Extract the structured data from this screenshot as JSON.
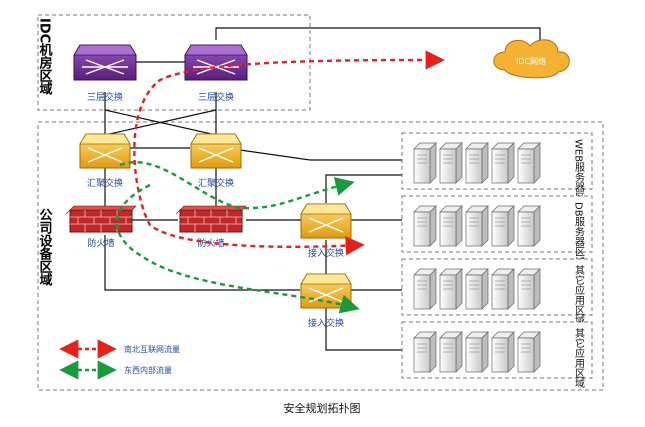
{
  "zones": {
    "idc": {
      "label": "IDC机房区域"
    },
    "company": {
      "label": "公司设备区域"
    }
  },
  "cloud": {
    "label": "IDC网络"
  },
  "devices": {
    "core_left": "三层交换",
    "core_right": "三层交换",
    "agg_left": "汇聚交换",
    "agg_right": "汇聚交换",
    "fw_left": "防火墙",
    "fw_right": "防火墙",
    "access_top": "接入交换",
    "access_bottom": "接入交换"
  },
  "server_groups": [
    {
      "label": "WEB服务器区域"
    },
    {
      "label": "DB服务器区域"
    },
    {
      "label": "其它应用区域"
    },
    {
      "label": "其它应用区域"
    }
  ],
  "legend": {
    "north_south": {
      "label": "南北互联网流量",
      "color": "#e8201c"
    },
    "east_west": {
      "label": "东西内部流量",
      "color": "#1a9a3c"
    }
  },
  "caption": "安全规划拓扑图",
  "colors": {
    "core_switch": "#6b2d8c",
    "agg_switch": "#f0b429",
    "firewall": "#c0282a",
    "label_text": "#1f4aa8",
    "cloud": "#e8a020"
  }
}
